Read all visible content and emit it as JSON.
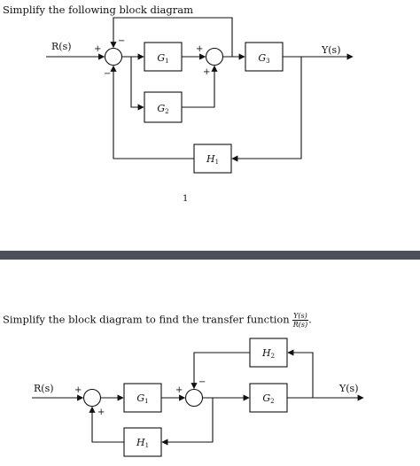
{
  "problem1": {
    "prompt": "Simplify the following block diagram",
    "input_label": "R(s)",
    "output_label": "Y(s)",
    "blocks": {
      "g1": "G",
      "g1_sub": "1",
      "g2": "G",
      "g2_sub": "2",
      "g3": "G",
      "g3_sub": "3",
      "h1": "H",
      "h1_sub": "1"
    },
    "signs": {
      "sj1_in": "+",
      "sj1_top": "−",
      "sj1_bottom": "−",
      "sj2_top": "+",
      "sj2_bottom": "+"
    },
    "page_number": "1"
  },
  "problem2": {
    "prompt": "Simplify the block diagram to find the transfer function",
    "tf_num": "Y(s)",
    "tf_den": "R(s)",
    "tf_period": ".",
    "input_label": "R(s)",
    "output_label": "Y(s)",
    "blocks": {
      "g1": "G",
      "g1_sub": "1",
      "g2": "G",
      "g2_sub": "2",
      "h1": "H",
      "h1_sub": "1",
      "h2": "H",
      "h2_sub": "2"
    },
    "signs": {
      "sj1_in": "+",
      "sj1_bottom": "+",
      "sj2_in": "+",
      "sj2_top": "−"
    }
  }
}
